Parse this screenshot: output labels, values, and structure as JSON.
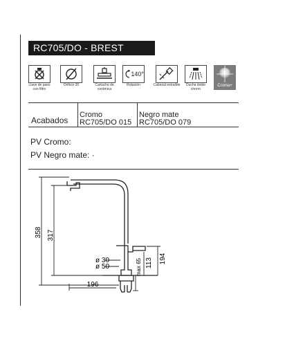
{
  "product": {
    "title": "RC705/DO - BREST"
  },
  "features": [
    {
      "icon": "water-saving-icon",
      "label": "Llave de paso con filtro"
    },
    {
      "icon": "diameter-icon",
      "label": "Orificio 35"
    },
    {
      "icon": "ceramic-cartridge-icon",
      "label": "Cartucho de cerámica"
    },
    {
      "icon": "rotation-icon",
      "label": "Rotación",
      "value": "140°"
    },
    {
      "icon": "pull-out-hose-icon",
      "label": "Cabezal extraíble"
    },
    {
      "icon": "double-spray-shower-icon",
      "label": "Ducha doble chorro"
    },
    {
      "icon": "chrome-plus-icon",
      "label": "Croma+"
    }
  ],
  "finishes": {
    "heading": "Acabados",
    "options": [
      {
        "name": "Cromo",
        "code": "RC705/DO 015"
      },
      {
        "name": "Negro mate",
        "code": "RC705/DO 079"
      }
    ]
  },
  "prices": [
    {
      "label": "PV Cromo:",
      "value": ""
    },
    {
      "label": "PV Negro mate:",
      "value": "·"
    }
  ],
  "dimensions": {
    "total_height": "358",
    "spout_height": "317",
    "under_spout": "194",
    "body_height": "113",
    "max_thickness": "max 65",
    "hole_diameter": "ø 30",
    "base_diameter": "ø 50",
    "reach": "196"
  }
}
